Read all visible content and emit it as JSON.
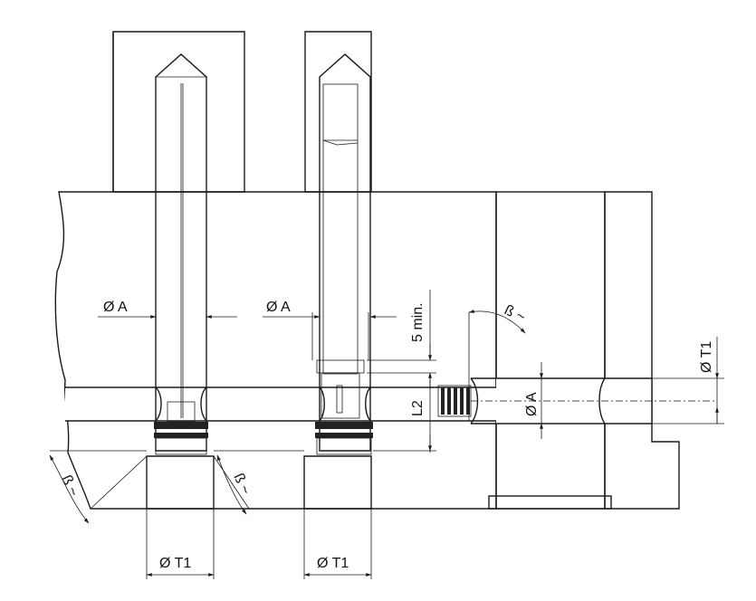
{
  "labels": {
    "dia_a_left": "Ø A",
    "dia_a_mid": "Ø A",
    "dia_a_right": "Ø A",
    "dia_t1_left": "Ø T1",
    "dia_t1_mid": "Ø T1",
    "dia_t1_right": "Ø T1",
    "five_min": "5 min.",
    "l2": "L2",
    "beta_left": "ß ~",
    "beta_mid": "ß ~",
    "beta_right": "ß ~"
  },
  "colors": {
    "hatch": "#333333",
    "line": "#1a1a1a",
    "pin_light": "#e6e6e6",
    "pin_dark": "#8a8a8a",
    "ring": "#222222"
  }
}
